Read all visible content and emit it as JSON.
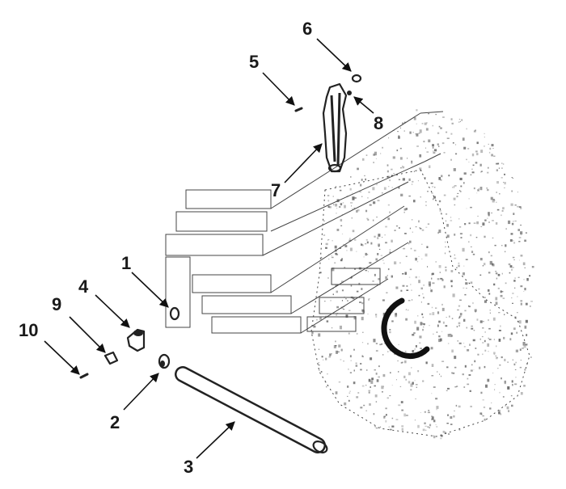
{
  "diagram": {
    "callouts": [
      {
        "id": "1",
        "label": "1"
      },
      {
        "id": "2",
        "label": "2"
      },
      {
        "id": "3",
        "label": "3"
      },
      {
        "id": "4",
        "label": "4"
      },
      {
        "id": "5",
        "label": "5"
      },
      {
        "id": "6",
        "label": "6"
      },
      {
        "id": "7",
        "label": "7"
      },
      {
        "id": "8",
        "label": "8"
      },
      {
        "id": "9",
        "label": "9"
      },
      {
        "id": "10",
        "label": "10"
      }
    ]
  },
  "colors": {
    "ink": "#222222",
    "background": "#ffffff"
  }
}
